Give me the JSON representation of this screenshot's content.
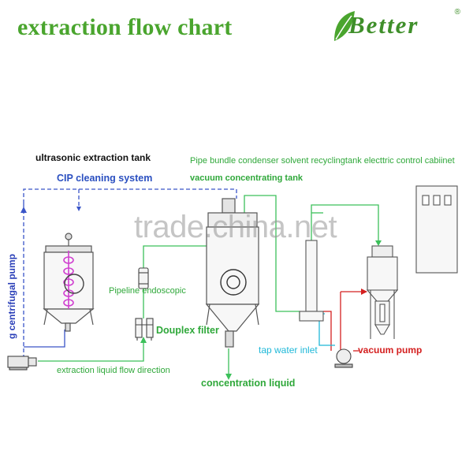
{
  "title": "extraction flow chart",
  "brand": {
    "name": "Better",
    "registered_mark": "®"
  },
  "watermark": "trade.china.net",
  "labels": {
    "ultrasonic_tank": "ultrasonic extraction tank",
    "cip": "CIP cleaning system",
    "pipe_bundle_line": "Pipe bundle condenser solvent recyclingtank electtric control cabiinet",
    "vacuum_tank": "vacuum concentrating tank",
    "pipeline_endoscopic": "Pipeline endoscopic",
    "duplex_filter": "Douplex filter",
    "centrifugal_pump": "g centrifugal pump",
    "flow_direction": "extraction liquid flow direction",
    "tap_water": "tap water inlet",
    "vacuum_pump": "vacuum pump",
    "concentration_liquid": "concentration liquid"
  },
  "colors": {
    "title_green": "#4aa52e",
    "pipe_green": "#3cc05a",
    "pipe_blue": "#3a55c8",
    "pipe_red": "#d42020",
    "equipment_gray": "#555555",
    "vessel_accent": "#d040d0"
  }
}
